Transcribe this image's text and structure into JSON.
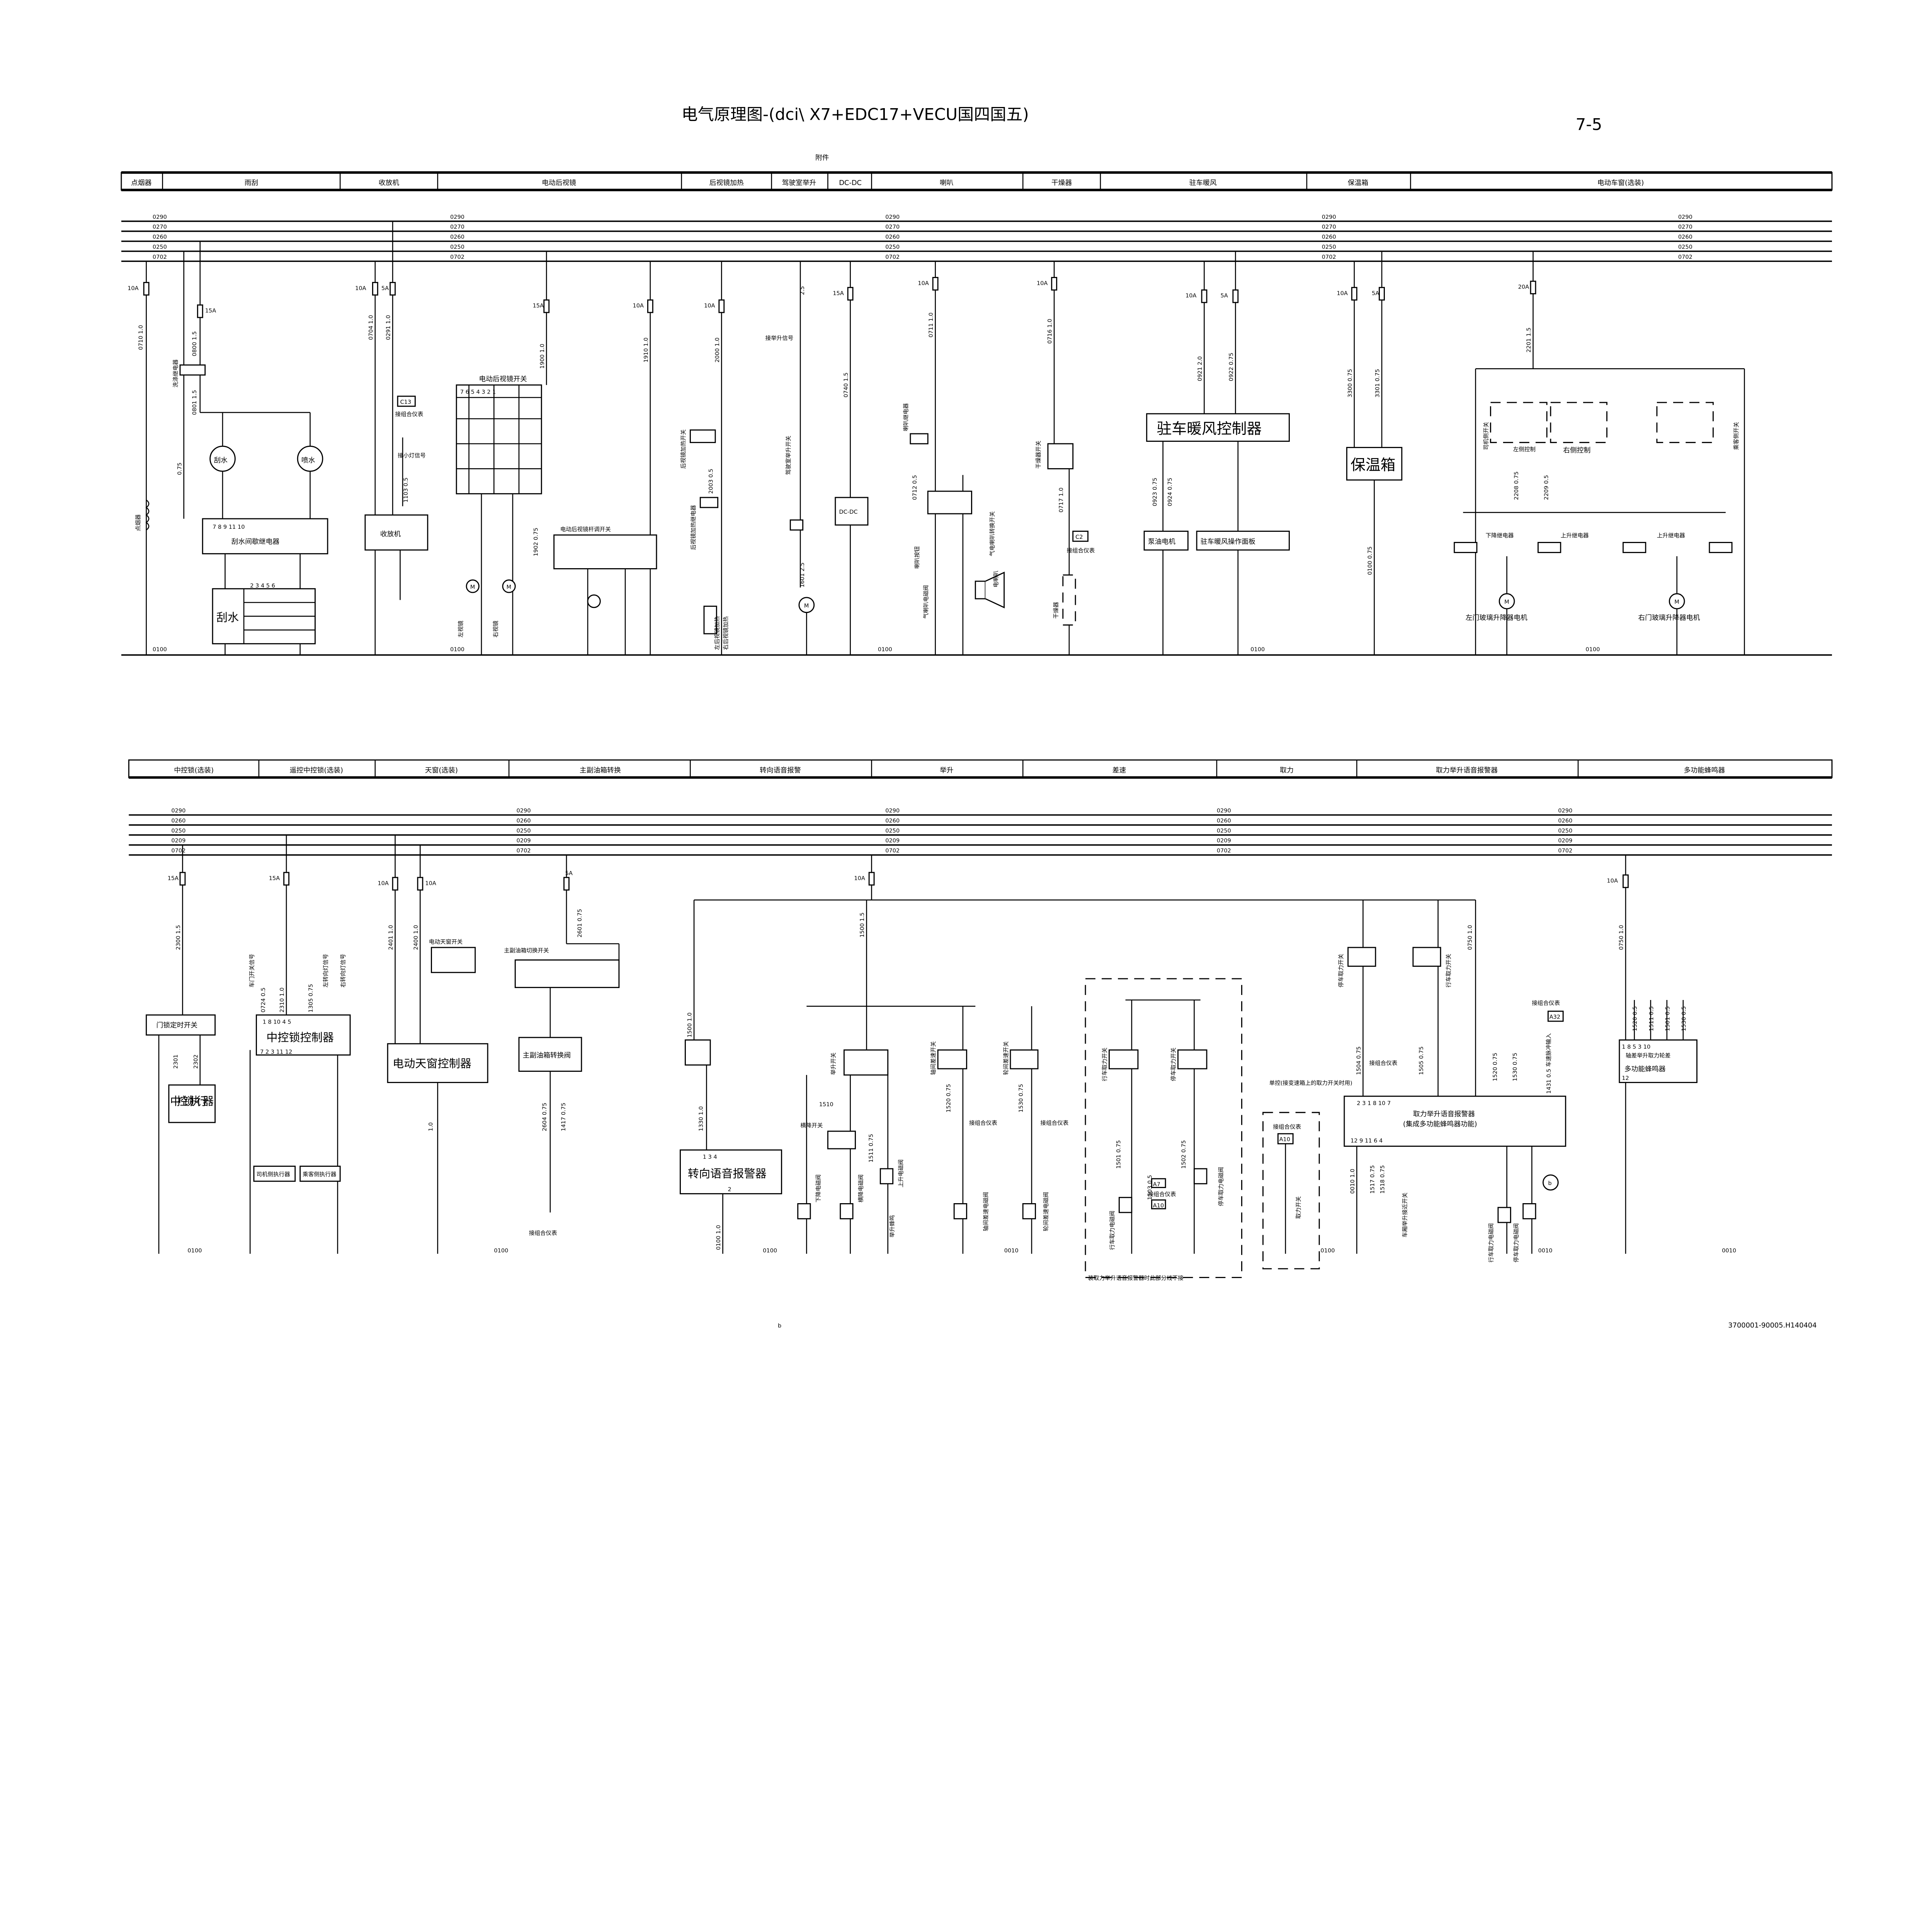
{
  "title": "电气原理图-(dci\\ X7+EDC17+VECU国四国五)",
  "page_no": "7-5",
  "subtitle": "附件",
  "top_sections": [
    "点烟器",
    "雨刮",
    "收放机",
    "电动后视镜",
    "后视镜加热",
    "驾驶室举升",
    "DC-DC",
    "喇叭",
    "干燥器",
    "驻车暖风",
    "保温箱",
    "电动车窗(选装)"
  ],
  "bottom_sections": [
    "中控锁(选装)",
    "遥控中控锁(选装)",
    "天窗(选装)",
    "主副油箱转换",
    "转向语音报警",
    "举升",
    "差速",
    "取力",
    "取力举升语音报警器",
    "多功能蜂鸣器"
  ],
  "top_bus": [
    "0290",
    "0270",
    "0260",
    "0250",
    "0702"
  ],
  "bottom_bus": [
    "0290",
    "0260",
    "0250",
    "0209",
    "0702"
  ],
  "ground": {
    "g0100": "0100",
    "g0010": "0010"
  },
  "fuses": {
    "f10": "10A",
    "f15": "15A",
    "f5": "5A",
    "f20": "20A"
  },
  "top": {
    "lighter": {
      "label": "点烟器",
      "wire": "0710 1.0"
    },
    "wiper": {
      "relay": "刮水间歇继电器",
      "motor1": "刮水",
      "motor2": "喷水",
      "switch": "刮水",
      "relay2": "洗涤继电器",
      "w1": "0800 1.5",
      "w2": "0801 1.5",
      "w3": "0.75",
      "pins": "7 8 9 11 10",
      "pins2": "2 3 4 5 6"
    },
    "radio": {
      "label": "收放机",
      "conn": "C13",
      "meter": "接组合仪表",
      "signal": "接小灯信号",
      "w1": "0704 1.0",
      "w2": "0291 1.0",
      "w3": "1103 0.5"
    },
    "mirror": {
      "switch": "电动后视镜开关",
      "adjust": "电动后视镜杆调开关",
      "left": "左视镜",
      "right": "右视镜",
      "pins": "7 6 5 4 3 2 1",
      "w1": "1900 1.0",
      "w2": "1902 0.75"
    },
    "mirror_heat": {
      "relay": "后视镜加热继电器",
      "switch": "后视镜加热开关",
      "left": "左后视镜加热",
      "right": "右后视镜加热",
      "w1": "1910 1.0",
      "w2": "2000 1.0",
      "w3": "2003 0.5"
    },
    "cab_lift": {
      "signal": "接举升信号",
      "switch": "驾驶室举升开关",
      "w1": "2.5",
      "w2": "1601 2.5"
    },
    "dcdc": {
      "label": "DC-DC",
      "w1": "0740 1.5"
    },
    "horn": {
      "relay": "喇叭继电器",
      "switch": "气电喇叭转换开关",
      "button": "喇叭按钮",
      "valve": "气喇叭电磁阀",
      "horn": "电喇叭",
      "w1": "0711 1.0",
      "w2": "0712 0.5"
    },
    "dryer": {
      "switch": "干燥器开关",
      "label": "干燥器",
      "conn": "C2",
      "meter": "接组合仪表",
      "w1": "0716 1.0",
      "w2": "0717 1.0"
    },
    "heater": {
      "controller": "驻车暖风控制器",
      "pump": "泵油电机",
      "panel": "驻车暖风操作面板",
      "w1": "0921 2.0",
      "w2": "0922 0.75",
      "w3": "0923 0.75",
      "w4": "0924 0.75"
    },
    "coolbox": {
      "label": "保温箱",
      "w1": "3300 0.75",
      "w2": "3301 0.75",
      "w3": "0100 0.75"
    },
    "window": {
      "driver_sw": "司机侧开关",
      "passenger_sw": "乘客侧开关",
      "left_ctrl": "左侧控制",
      "right_ctrl": "右侧控制",
      "down_relay": "下降继电器",
      "up_relay": "上升继电器",
      "left_motor": "左门玻璃升降器电机",
      "right_motor": "右门玻璃升降器电机",
      "w1": "2201 1.5",
      "w2": "2208 0.75",
      "w3": "2209 0.5"
    }
  },
  "bottom": {
    "lock": {
      "timer": "门锁定时开关",
      "actuator": "中控锁执行器",
      "w1": "2300 1.5",
      "w2": "2301",
      "w3": "2302"
    },
    "remote": {
      "controller": "中控锁控制器",
      "sig1": "车门开关信号",
      "sig2": "左转向灯信号",
      "sig3": "右转向灯信号",
      "act1": "司机侧执行器",
      "act2": "乘客侧执行器",
      "pins_top": "1 8 10 4 5",
      "pins_bot": "7 2 3   11 12",
      "w1": "0724 0.5",
      "w2": "2310 1.0",
      "w3": "1305 0.75"
    },
    "sunroof": {
      "switch": "电动天窗开关",
      "controller": "电动天窗控制器",
      "w1": "2401 1.0",
      "w2": "2400 1.0",
      "w3": "1.0"
    },
    "tank": {
      "switch": "主副油箱切换开关",
      "valve": "主副油箱转换阀",
      "meter": "接组合仪表",
      "w1": "2601 0.75",
      "w2": "2604 0.75",
      "w3": "1417 0.75"
    },
    "turn_voice": {
      "label": "转向语音报警器",
      "pins": "1   3   4",
      "pin2": "2",
      "w1": "1500 1.0",
      "w2": "1330 1.0",
      "w3": "0100 1.0"
    },
    "lift": {
      "switch": "举升开关",
      "lock_sw": "横降开关",
      "down": "下降电磁阀",
      "lateral": "横降电磁阀",
      "up": "上升电磁阀",
      "buzzer": "举升蜂鸣",
      "w1": "1510",
      "w2": "1511 0.75",
      "w3": "1500 1.5"
    },
    "diff": {
      "axle_sw": "轴间差速开关",
      "wheel_sw": "轮间差速开关",
      "axle_valve": "轴间差速电磁阀",
      "wheel_valve": "轮间差速电磁阀",
      "meter": "接组合仪表",
      "w1": "1520 0.75",
      "w2": "1530 0.75"
    },
    "pto": {
      "drive_sw": "行车取力开关",
      "park_sw": "停车取力开关",
      "drive_valve": "行车取力电磁阀",
      "park_valve": "停车取力电磁阀",
      "meter": "接组合仪表",
      "a7": "A7",
      "a10": "A10",
      "note": "装取力举升语音报警器时此部分线不接",
      "w1": "1501 0.75",
      "w2": "1502 0.75",
      "w3": "1503 0.5"
    },
    "pto_voice": {
      "label": "取力举升语音报警器",
      "sub": "(集成多功能蜂鸣器功能)",
      "single": "单控(接变速箱上的取力开关时用)",
      "pto_sw": "取力开关",
      "prox_sw": "车厢举升接近开关",
      "meter": "接组合仪表",
      "a32": "A32",
      "speed": "1431 0.5 车速脉冲输入",
      "park_sw": "停车取力开关",
      "drive_sw": "行车取力开关",
      "pins_top": "2        3     1   8  10    7",
      "pins_bot": "12  9 11       6       4",
      "w1": "1504 0.75",
      "w2": "1505 0.75",
      "w3": "1520 0.75",
      "w4": "1530 0.75",
      "w5": "0750 1.0",
      "w6": "0010 1.0",
      "w7": "1517 0.75",
      "w8": "1518 0.75"
    },
    "buzzer": {
      "label": "多功能蜂鸣器",
      "pins": "1  8  5  3  10",
      "pin12": "12",
      "sub": "轴差举升取力轮差",
      "w1": "1520 0.5",
      "w2": "1511 0.5",
      "w3": "1501 0.5",
      "w4": "1530 0.5"
    }
  },
  "footer": {
    "mark": "b",
    "code": "3700001-90005.H140404"
  }
}
